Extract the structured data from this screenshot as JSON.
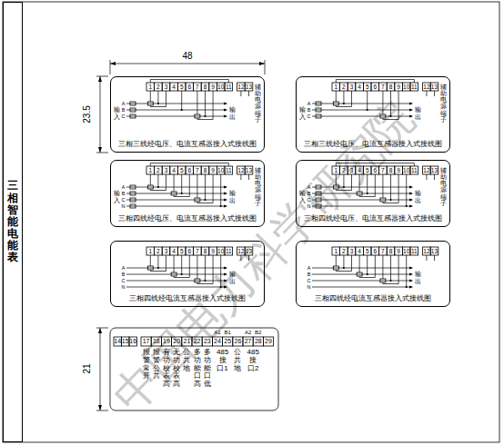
{
  "diagram": {
    "nodes": [
      {
        "text": [
          "三相智能电能表"
        ]
      },
      {
        "text": [
          "三相三线经电压、电流互感器接入式接线图"
        ]
      },
      {
        "text": [
          "三相三线经电压、电流互感器接入式接线图"
        ]
      },
      {
        "text": [
          "三相四线经电压、电流互感器接入式接线图"
        ]
      },
      {
        "text": [
          "三相四线经电压、电流互感器接入式接线图"
        ]
      },
      {
        "text": [
          "三相四线经电流互感器接入式接线图"
        ]
      },
      {
        "text": [
          "三相四线经电流互感器接入式接线图"
        ]
      }
    ],
    "labels": [
      "48",
      "23.5",
      "21",
      "1",
      "2",
      "3",
      "4",
      "5",
      "6",
      "7",
      "8",
      "9",
      "10",
      "11",
      "12",
      "13",
      "辅助电源端子",
      "输入",
      "输出",
      "A",
      "B",
      "C",
      "1",
      "2",
      "3",
      "4",
      "5",
      "6",
      "7",
      "8",
      "9",
      "10",
      "11",
      "12",
      "13",
      "辅助电源端子",
      "输入",
      "输出",
      "A",
      "B",
      "C",
      "1",
      "2",
      "3",
      "4",
      "5",
      "6",
      "7",
      "8",
      "9",
      "10",
      "11",
      "12",
      "13",
      "辅助电源端子",
      "输入",
      "输出",
      "A",
      "B",
      "C",
      "N",
      "1",
      "2",
      "3",
      "4",
      "5",
      "6",
      "7",
      "8",
      "9",
      "10",
      "11",
      "12",
      "13",
      "辅助电源端子",
      "输入",
      "输出",
      "A",
      "B",
      "C",
      "N",
      "1",
      "2",
      "3",
      "4",
      "5",
      "6",
      "7",
      "8",
      "9",
      "10",
      "11",
      "12",
      "13",
      "输出",
      "A",
      "B",
      "C",
      "N",
      "1",
      "2",
      "3",
      "4",
      "5",
      "6",
      "7",
      "8",
      "9",
      "10",
      "11",
      "12",
      "13",
      "输出",
      "A",
      "B",
      "C",
      "N",
      "14",
      "15",
      "16",
      "17",
      "18",
      "19",
      "20",
      "21",
      "22",
      "23",
      "24",
      "25",
      "26",
      "27",
      "28",
      "29",
      "A1",
      "B1",
      "A2",
      "B2",
      "报警常开",
      "报警公共",
      "有功校表高",
      "无功校表高",
      "公共地",
      "多功能口高",
      "多功能口低",
      "485接口1",
      "公共地",
      "485接口2",
      "中国电力科学研究院"
    ]
  }
}
